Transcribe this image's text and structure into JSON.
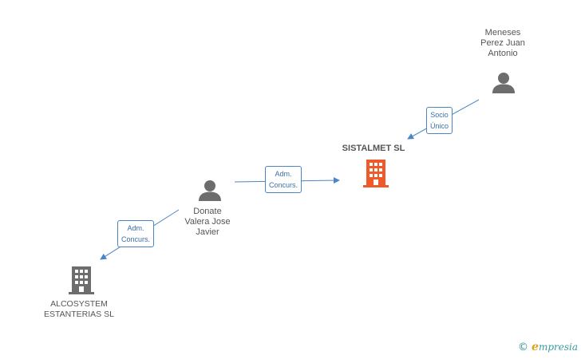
{
  "nodes": {
    "meneses": {
      "label_lines": [
        "Meneses",
        "Perez Juan",
        "Antonio"
      ],
      "icon": "person-icon"
    },
    "sistalmet": {
      "label_lines": [
        "SISTALMET SL"
      ],
      "icon": "building-icon"
    },
    "donate": {
      "label_lines": [
        "Donate",
        "Valera Jose",
        "Javier"
      ],
      "icon": "person-icon"
    },
    "alcosystem": {
      "label_lines": [
        "ALCOSYSTEM",
        "ESTANTERIAS SL"
      ],
      "icon": "building-icon"
    }
  },
  "edges": {
    "meneses_sistalmet": {
      "label_lines": [
        "Socio",
        "Único"
      ]
    },
    "donate_sistalmet": {
      "label_lines": [
        "Adm.",
        "Concurs."
      ]
    },
    "donate_alcosystem": {
      "label_lines": [
        "Adm.",
        "Concurs."
      ]
    }
  },
  "colors": {
    "person": "#6d6d6d",
    "company": "#6d6d6d",
    "focus_company": "#f05a28",
    "edge": "#4a86c5"
  },
  "watermark": {
    "copyright": "©",
    "brand_first": "e",
    "brand_rest": "mpresia"
  }
}
